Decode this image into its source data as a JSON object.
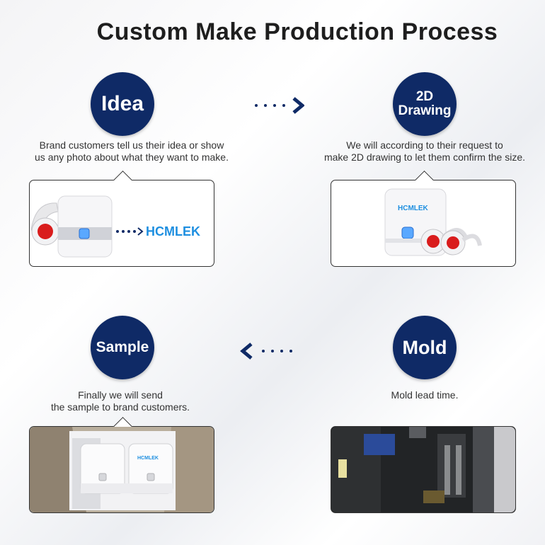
{
  "title": "Custom Make Production Process",
  "brand_logo_text": "HCMLEK",
  "steps": [
    {
      "label_lines": [
        "Idea"
      ],
      "desc_lines": [
        "Brand customers tell us their idea or show",
        "us any photo about what they want to make."
      ]
    },
    {
      "label_lines": [
        "2D",
        "Drawing"
      ],
      "desc_lines": [
        "We will according to their request to",
        "make 2D drawing to let them confirm the size."
      ]
    },
    {
      "label_lines": [
        "Sample"
      ],
      "desc_lines": [
        "Finally we will send",
        "the sample to brand customers."
      ]
    },
    {
      "label_lines": [
        "Mold"
      ],
      "desc_lines": [
        "Mold lead time."
      ]
    }
  ],
  "colors": {
    "accent": "#0f2a66",
    "logo_blue": "#1e8fe0",
    "logo_red": "#d42020",
    "button_red": "#d91c1c"
  }
}
